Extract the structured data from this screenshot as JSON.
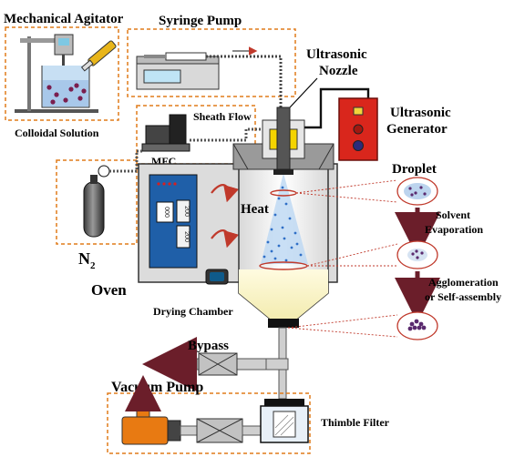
{
  "labels": {
    "mechanical_agitator": "Mechanical Agitator",
    "syringe_pump": "Syringe Pump",
    "ultrasonic_nozzle_line1": "Ultrasonic",
    "ultrasonic_nozzle_line2": "Nozzle",
    "colloidal_solution": "Colloidal Solution",
    "sheath_flow": "Sheath Flow",
    "ultrasonic_generator_line1": "Ultrasonic",
    "ultrasonic_generator_line2": "Generator",
    "mfc": "MFC",
    "droplet": "Droplet",
    "heat": "Heat",
    "solvent_evaporation_line1": "Solvent",
    "solvent_evaporation_line2": "Evaporation",
    "n2_main": "N",
    "n2_sub": "2",
    "agglomeration_line1": "Agglomeration",
    "agglomeration_line2": "or Self-assembly",
    "oven": "Oven",
    "drying_chamber": "Drying Chamber",
    "bypass": "Bypass",
    "vacuum_pump": "Vacuum Pump",
    "thimble_filter": "Thimble Filter"
  },
  "panel": {
    "display_top": "200",
    "display_bottom": "200",
    "display_mid": "000"
  },
  "colors": {
    "dashed_box": "#e07b1a",
    "arrow_red": "#c0392b",
    "generator_red": "#d9261c",
    "oven_gray": "#dcdcdc",
    "panel_blue": "#1f5fa8",
    "spray_blue": "#2f6fc7",
    "pump_orange": "#e87a12",
    "arrow_dark": "#6b1e2a"
  }
}
